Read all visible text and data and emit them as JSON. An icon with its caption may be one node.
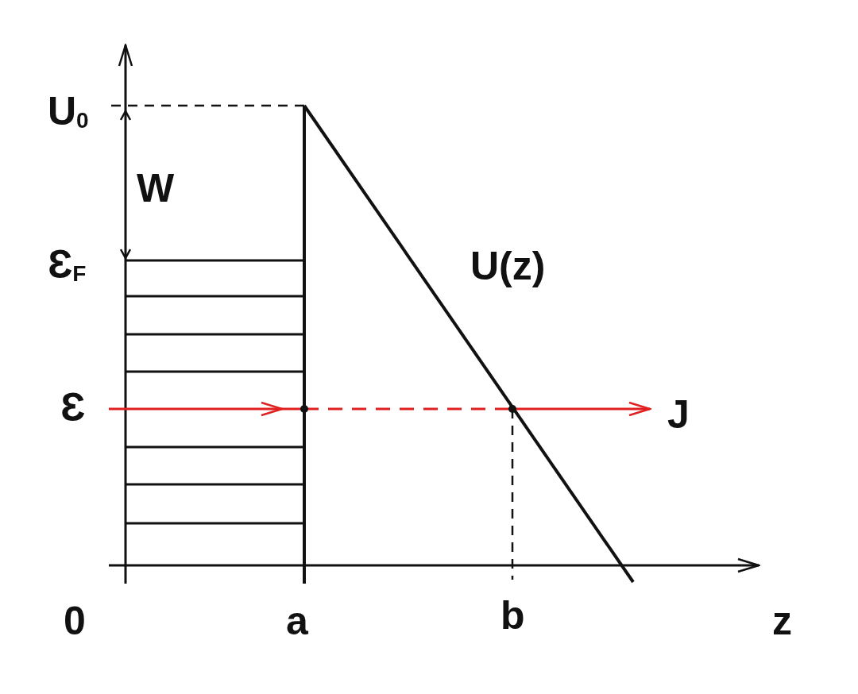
{
  "diagram": {
    "labels": [
      "U$_{0}$",
      "W",
      "Ɛ$_{F}$",
      "U(z)",
      "Ɛ",
      "J",
      "0",
      "a",
      "b",
      "z"
    ]
  }
}
